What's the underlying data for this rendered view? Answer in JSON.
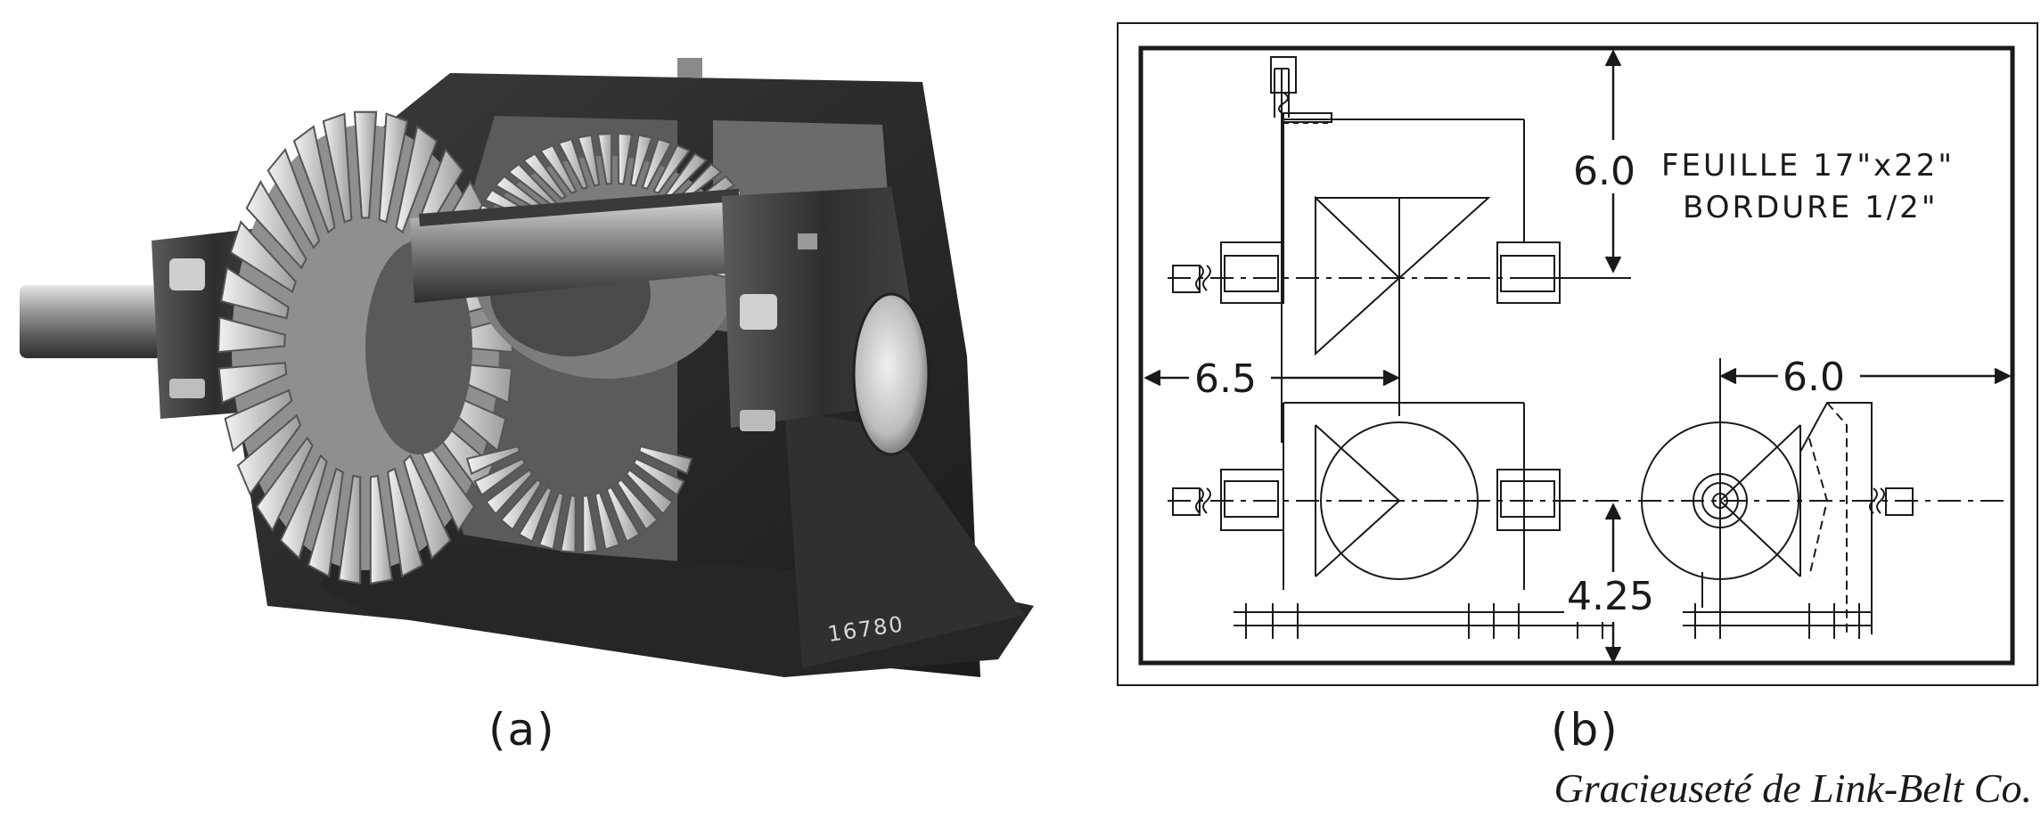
{
  "figure": {
    "panel_a": {
      "label": "(a)",
      "casting_number": "16780"
    },
    "panel_b": {
      "label": "(b)",
      "dimensions": {
        "vertical_top": "6.0",
        "horizontal_left": "6.5",
        "horizontal_right": "6.0",
        "vertical_bottom": "4.25"
      },
      "sheet_note": {
        "line1": "FEUILLE 17\"x22\"",
        "line2": "BORDURE 1/2\""
      }
    },
    "credit": "Gracieuseté de Link-Belt Co."
  }
}
